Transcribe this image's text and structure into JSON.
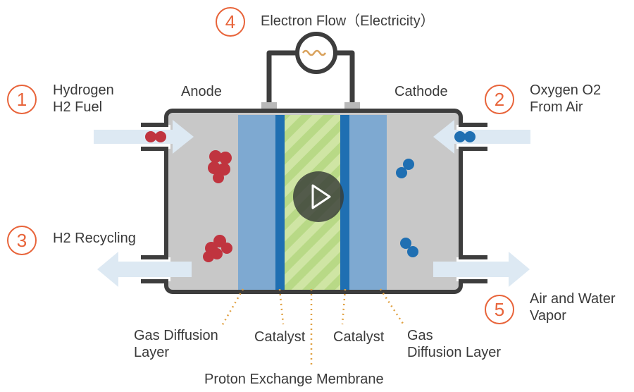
{
  "steps": [
    {
      "number": "1",
      "line1": "Hydrogen",
      "line2": "H2 Fuel"
    },
    {
      "number": "2",
      "line1": "Oxygen O2",
      "line2": "From Air"
    },
    {
      "number": "3",
      "line1": "H2 Recycling",
      "line2": ""
    },
    {
      "number": "4",
      "line1": "Electron Flow（Electricity）",
      "line2": ""
    },
    {
      "number": "5",
      "line1": "Air and Water",
      "line2": "Vapor"
    }
  ],
  "electrodes": {
    "anode": "Anode",
    "cathode": "Cathode"
  },
  "layers": {
    "gdl_left_1": "Gas Diffusion",
    "gdl_left_2": "Layer",
    "catalyst_left": "Catalyst",
    "catalyst_right": "Catalyst",
    "gdl_right_1": "Gas",
    "gdl_right_2": "Diffusion Layer",
    "membrane": "Proton Exchange Membrane"
  },
  "colors": {
    "accent": "#e8643a",
    "housing": "#c8c8c8",
    "outline": "#3d3d3d",
    "gdl": "#7ea9d1",
    "catalyst": "#1f6fb2",
    "membrane": "#cfe5a4",
    "hydrogen": "#c0343f",
    "oxygen": "#1f6fb2",
    "arrow": "#dde9f3",
    "leader": "#e0a040"
  },
  "icons": {
    "play": "play-icon",
    "bulb": "light-bulb-icon"
  }
}
